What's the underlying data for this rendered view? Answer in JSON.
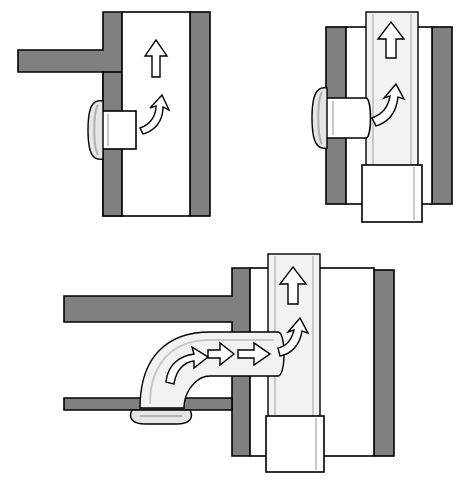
{
  "figure": {
    "panels": [
      {
        "id": "side-inlet-fitting",
        "components": [
          "wall",
          "side-duct",
          "flanged-fitting",
          "airflow-arrows"
        ]
      },
      {
        "id": "inserted-fitting-with-sleeve",
        "components": [
          "wall",
          "vertical-duct",
          "flanged-fitting",
          "sleeve",
          "airflow-arrows"
        ]
      },
      {
        "id": "elbow-connection",
        "components": [
          "wall",
          "side-duct",
          "elbow-fitting",
          "vertical-duct",
          "sleeve",
          "airflow-arrows"
        ]
      }
    ],
    "colors": {
      "wall": "#808080",
      "outline": "#000000",
      "fill": "#ffffff",
      "shading": "#c8c8c8"
    },
    "icons": [
      "up-arrow-icon",
      "curved-arrow-icon",
      "right-arrow-icon"
    ]
  }
}
